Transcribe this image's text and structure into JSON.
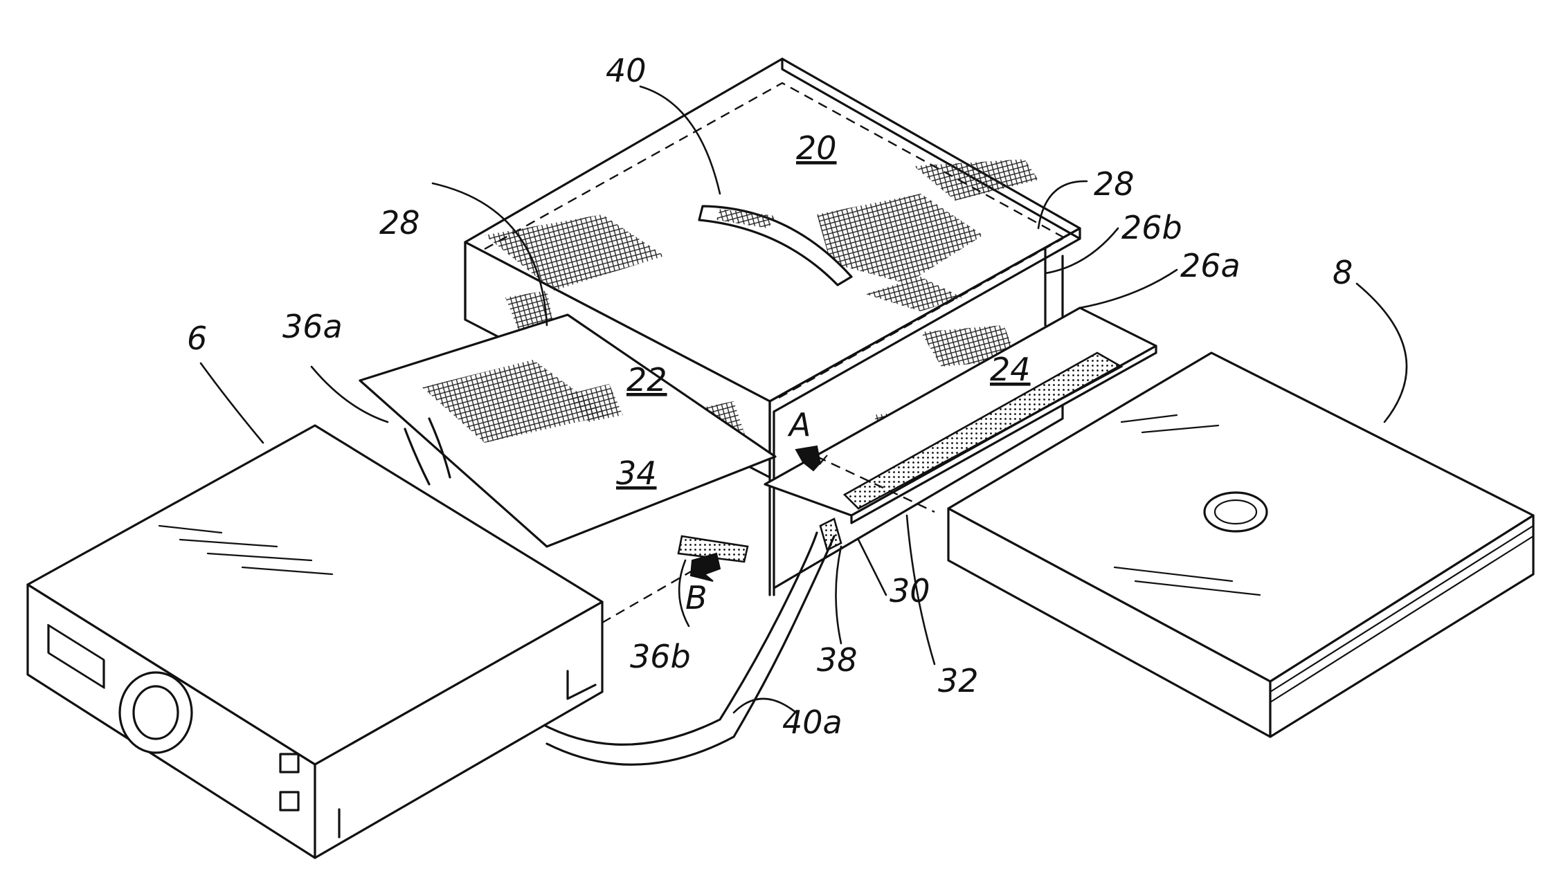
{
  "labels": {
    "n40": "40",
    "n20": "20",
    "n28_left": "28",
    "n28_right": "28",
    "n26b": "26b",
    "n26a": "26a",
    "n8": "8",
    "n36a": "36a",
    "n6": "6",
    "n22": "22",
    "n24": "24",
    "n34": "34",
    "nA": "A",
    "nB": "B",
    "n36b": "36b",
    "n38": "38",
    "n30": "30",
    "n32": "32",
    "n40a": "40a"
  }
}
